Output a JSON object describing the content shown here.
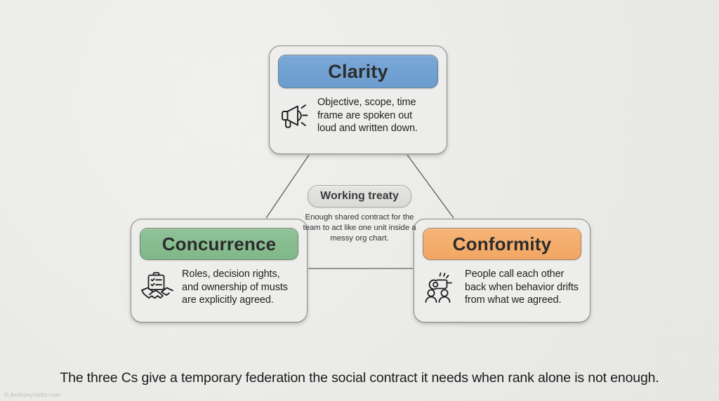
{
  "background_color": "#eeeeec",
  "hub": {
    "title": "Working treaty",
    "description": "Enough shared contract for the team to act like one unit inside a messy org chart."
  },
  "nodes": [
    {
      "id": "clarity",
      "title": "Clarity",
      "description": "Objective, scope, time frame are spoken out loud and written down.",
      "icon": "megaphone-icon",
      "accent_color": "#6fa0d4"
    },
    {
      "id": "concurrence",
      "title": "Concurrence",
      "description": "Roles, decision rights, and ownership of musts are explicitly agreed.",
      "icon": "clipboard-handshake-icon",
      "accent_color": "#85bc8d"
    },
    {
      "id": "conformity",
      "title": "Conformity",
      "description": "People call each other back when behavior drifts from what we agreed.",
      "icon": "whistle-people-icon",
      "accent_color": "#f5ac6a"
    }
  ],
  "caption": "The three Cs give a temporary federation the social contract it needs when rank alone is not enough.",
  "watermark": "© AnthonyVeltri.com"
}
